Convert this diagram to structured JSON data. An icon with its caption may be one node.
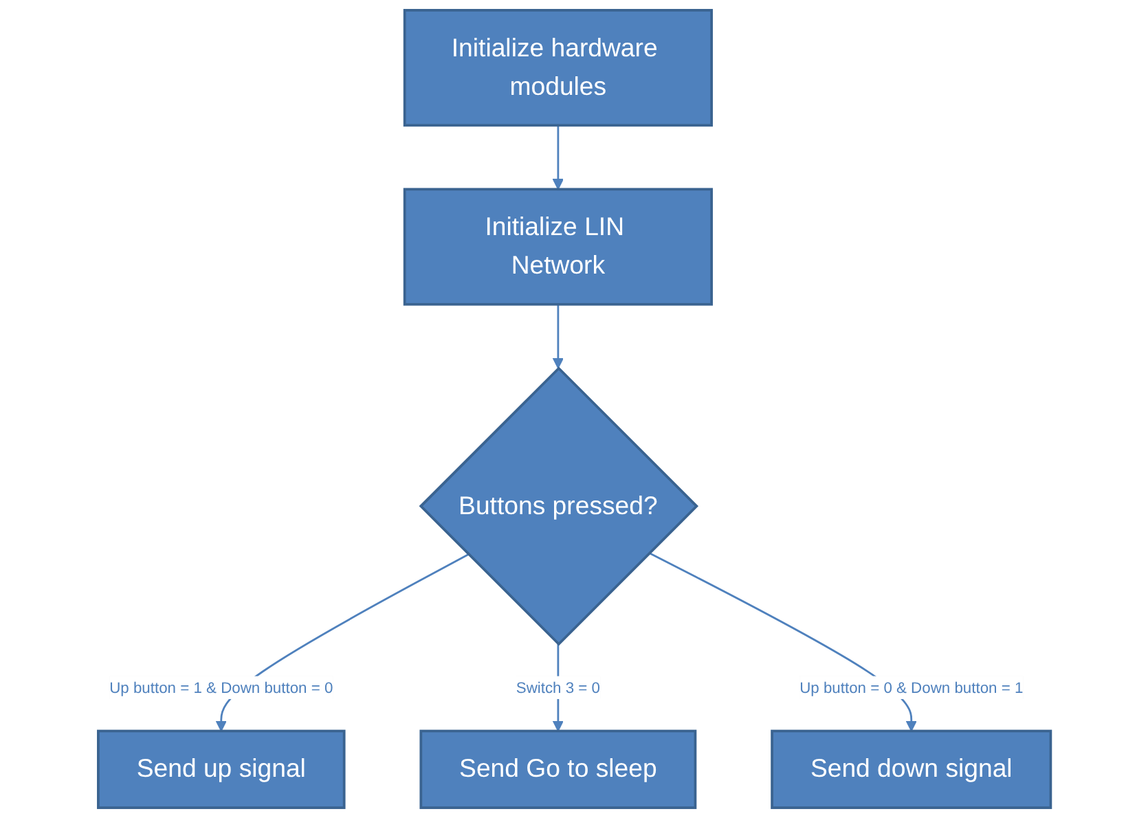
{
  "diagram": {
    "nodes": [
      {
        "text": [
          "Initialize hardware modules"
        ]
      },
      {
        "text": [
          "Initialize LIN Network"
        ]
      },
      {
        "text": [
          "Buttons pressed?"
        ]
      },
      {
        "text": [
          "Send up signal"
        ]
      },
      {
        "text": [
          "Send Go to sleep"
        ]
      },
      {
        "text": [
          "Send down signal"
        ]
      }
    ],
    "edges": [
      {
        "from": 0,
        "to": 1,
        "arrow": "to"
      },
      {
        "from": 1,
        "to": 2,
        "arrow": "to"
      },
      {
        "from": 2,
        "to": 3,
        "arrow": "to",
        "label": "Up button = 1 & Down button = 0"
      },
      {
        "from": 2,
        "to": 4,
        "arrow": "to",
        "label": "Switch 3 = 0"
      },
      {
        "from": 2,
        "to": 5,
        "arrow": "to",
        "label": "Up button = 0 & Down button = 1"
      }
    ]
  }
}
